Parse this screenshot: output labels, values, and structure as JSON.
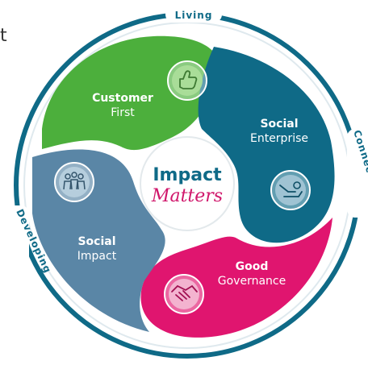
{
  "stray_char": "t",
  "ring_labels": {
    "top": "Living",
    "right": "Connecting",
    "left": "Developing"
  },
  "center": {
    "title": "Impact",
    "script": "Matters"
  },
  "segments": [
    {
      "key": "customer",
      "title": "Customer",
      "subtitle": "First",
      "color": "#4caf3c",
      "icon": "thumbs-up-icon"
    },
    {
      "key": "enterprise",
      "title": "Social",
      "subtitle": "Enterprise",
      "color": "#0f6a87",
      "icon": "hand-coin-icon"
    },
    {
      "key": "governance",
      "title": "Good",
      "subtitle": "Governance",
      "color": "#e0156f",
      "icon": "handshake-icon"
    },
    {
      "key": "impact",
      "title": "Social",
      "subtitle": "Impact",
      "color": "#5a86a6",
      "icon": "people-group-icon"
    }
  ],
  "colors": {
    "ring": "#0f6a87",
    "center_bg": "#ffffff"
  }
}
